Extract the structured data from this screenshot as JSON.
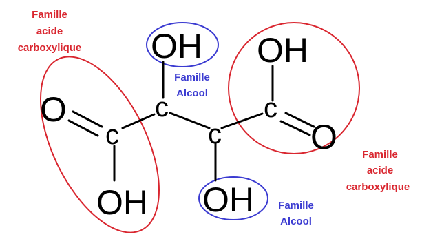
{
  "colors": {
    "acid": "#d9262f",
    "alcohol": "#3b3bd1",
    "bond": "#000000"
  },
  "atoms": {
    "oh_top_center": "OH",
    "oh_top_right": "OH",
    "o_left": "O",
    "o_right": "O",
    "oh_bottom_left": "OH",
    "oh_bottom_center": "OH",
    "c1": "c",
    "c2": "c",
    "c3": "c",
    "c4": "c"
  },
  "labels": {
    "acid_left": [
      "Famille",
      "acide",
      "carboxylique"
    ],
    "acid_right": [
      "Famille",
      "acide",
      "carboxylique"
    ],
    "alcohol_top": [
      "Famille",
      "Alcool"
    ],
    "alcohol_bottom": [
      "Famille",
      "Alcool"
    ]
  }
}
